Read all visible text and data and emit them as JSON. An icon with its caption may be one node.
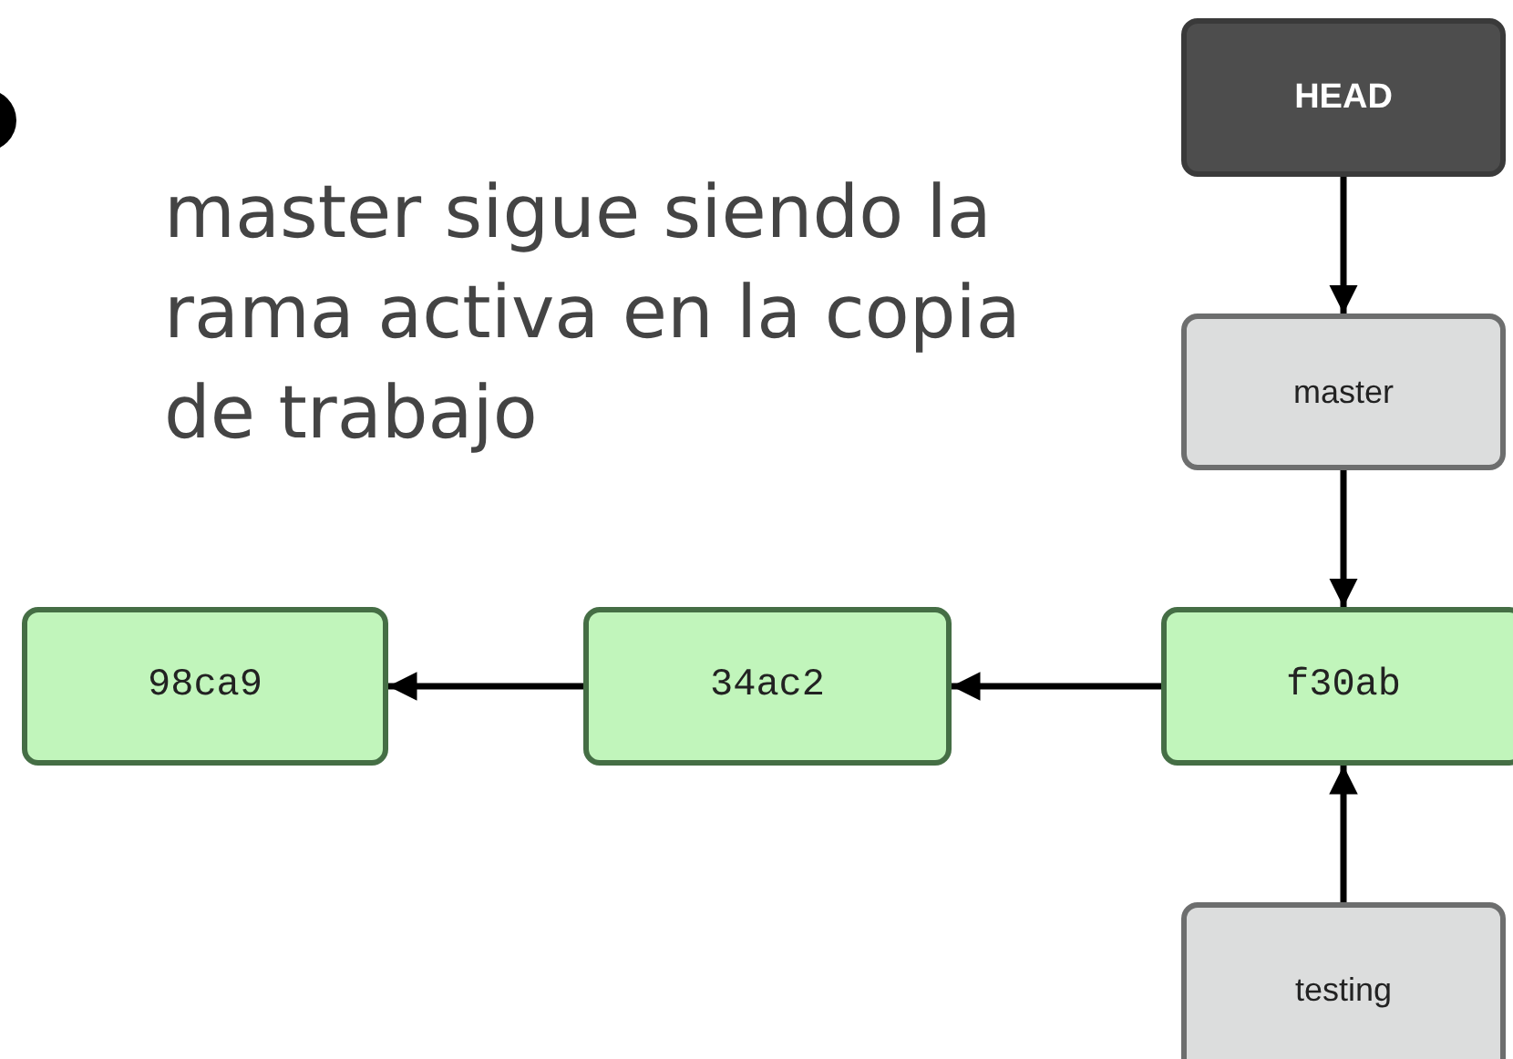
{
  "diagram": {
    "nodes": [
      {
        "text": [
          "HEAD"
        ]
      },
      {
        "text": [
          "master"
        ]
      },
      {
        "text": [
          "98ca9"
        ]
      },
      {
        "text": [
          "34ac2"
        ]
      },
      {
        "text": [
          "f30ab"
        ]
      },
      {
        "text": [
          "testing"
        ]
      }
    ],
    "edges": [
      {
        "from": 0,
        "to": 1,
        "arrow": "to"
      },
      {
        "from": 1,
        "to": 4,
        "arrow": "to"
      },
      {
        "from": 4,
        "to": 3,
        "arrow": "to"
      },
      {
        "from": 3,
        "to": 2,
        "arrow": "to"
      },
      {
        "from": 5,
        "to": 4,
        "arrow": "to"
      }
    ],
    "labels": [
      "master sigue siendo la rama activa en la copia de trabajo"
    ]
  }
}
